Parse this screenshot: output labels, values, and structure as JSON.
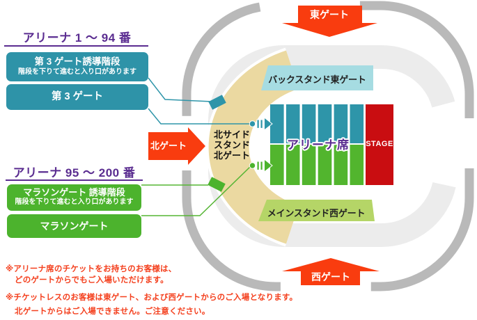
{
  "colors": {
    "purple": "#5a2c90",
    "teal": "#2e93a8",
    "green": "#4cb32d",
    "tan_stand": "#ebd9a1",
    "back_stand_band": "#a6dce2",
    "main_stand_band": "#b5d567",
    "ring_gray": "#ececec",
    "outer_arc_gray": "#b9b9b9",
    "gate_arrow_red": "#f93c0f",
    "stage_red": "#c90d11",
    "note_red": "#f4401e"
  },
  "left_panel": {
    "arena_1_94": {
      "title": "アリーナ 1 ～ 94 番",
      "guide_box": {
        "title": "第 3 ゲート誘導階段",
        "subtitle": "階段を下りて進むと入り口があります"
      },
      "gate_box": {
        "label": "第 3 ゲート"
      }
    },
    "arena_95_200": {
      "title": "アリーナ 95 ～ 200 番",
      "guide_box": {
        "title": "マラソンゲート 誘導階段",
        "subtitle": "階段を下りて進むと入り口があります"
      },
      "gate_box": {
        "label": "マラソンゲート"
      }
    }
  },
  "map": {
    "gates": {
      "east": "東ゲート",
      "west": "西ゲート",
      "north": "北ゲート"
    },
    "stands": {
      "back_stand_east_gate": "バックスタンド東ゲート",
      "main_stand_west_gate": "メインスタンド西ゲート",
      "north_side_stand_lines": [
        "北サイド",
        "スタンド",
        "北ゲート"
      ]
    },
    "arena_seat_label": "アリーナ席",
    "stage_label": "STAGE"
  },
  "notes": {
    "note1": {
      "line1": "※アリーナ席のチケットをお持ちのお客様は、",
      "line2": "どのゲートからでもご入場いただけます。"
    },
    "note2": {
      "line1": "※チケットレスのお客様は東ゲート、および西ゲートからのご入場となります。",
      "line2": "北ゲートからはご入場できません。ご注意ください。"
    }
  }
}
